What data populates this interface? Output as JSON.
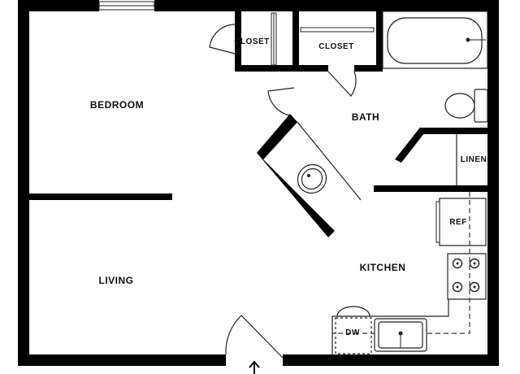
{
  "rooms": {
    "bedroom": "BEDROOM",
    "living": "LIVING",
    "bath": "BATH",
    "kitchen": "KITCHEN",
    "closet_left": "CLOSET",
    "closet_right": "CLOSET",
    "linen": "LINEN"
  },
  "fixtures": {
    "refrigerator": "REF",
    "dishwasher": "DW"
  },
  "icons": {
    "entry": "entry-arrow-icon"
  }
}
